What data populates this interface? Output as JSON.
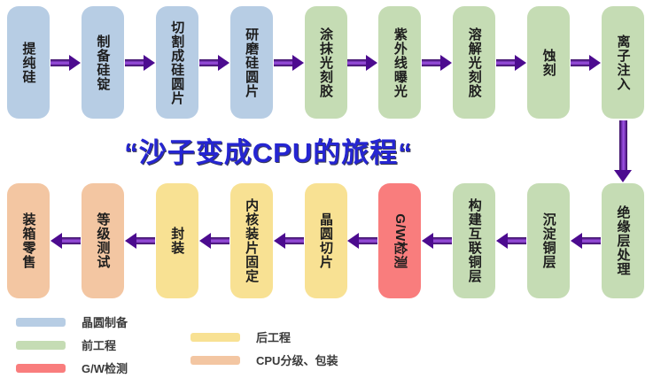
{
  "title": "“沙子变成CPU的旅程“",
  "colors": {
    "wafer_prep": "#b7cde4",
    "front_end": "#c5dcb4",
    "gw_test": "#f97d7d",
    "back_end": "#f8e193",
    "packaging": "#f3c6a2",
    "arrow": "#4c0b8f",
    "title_text": "#2525d2"
  },
  "top_row": [
    {
      "label": "提纯硅",
      "stage": "wafer_prep"
    },
    {
      "label": "制备硅锭",
      "stage": "wafer_prep"
    },
    {
      "label": "切割成硅圆片",
      "stage": "wafer_prep"
    },
    {
      "label": "研磨硅圆片",
      "stage": "wafer_prep"
    },
    {
      "label": "涂抹光刻胶",
      "stage": "front_end"
    },
    {
      "label": "紫外线曝光",
      "stage": "front_end"
    },
    {
      "label": "溶解光刻胶",
      "stage": "front_end"
    },
    {
      "label": "蚀刻",
      "stage": "front_end"
    },
    {
      "label": "离子注入",
      "stage": "front_end"
    }
  ],
  "bottom_row": [
    {
      "label": "装箱零售",
      "stage": "packaging"
    },
    {
      "label": "等级测试",
      "stage": "packaging"
    },
    {
      "label": "封装",
      "stage": "back_end"
    },
    {
      "label": "内核装片固定",
      "stage": "back_end"
    },
    {
      "label": "晶圆切片",
      "stage": "back_end"
    },
    {
      "label": "G/W检测",
      "stage": "gw_test",
      "rotated": true
    },
    {
      "label": "构建互联铜层",
      "stage": "front_end"
    },
    {
      "label": "沉淀铜层",
      "stage": "front_end"
    },
    {
      "label": "绝缘层处理",
      "stage": "front_end"
    }
  ],
  "legend": {
    "left": [
      {
        "label": "晶圆制备",
        "stage": "wafer_prep"
      },
      {
        "label": "前工程",
        "stage": "front_end"
      },
      {
        "label": "G/W检测",
        "stage": "gw_test"
      }
    ],
    "right": [
      {
        "label": "后工程",
        "stage": "back_end"
      },
      {
        "label": "CPU分级、包装",
        "stage": "packaging"
      }
    ]
  }
}
